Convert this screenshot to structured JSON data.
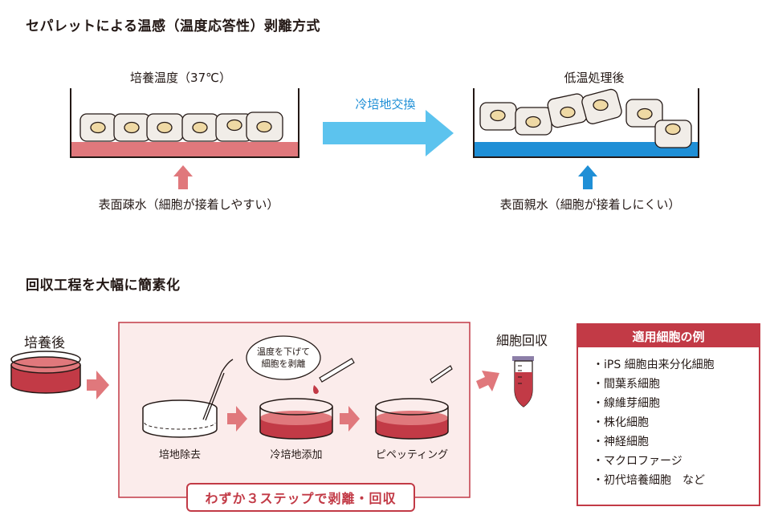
{
  "heading_top": "セパレットによる温感（温度応答性）剥離方式",
  "culture_temp_label": "培養温度（37℃）",
  "low_temp_label": "低温処理後",
  "medium_exchange_label": "冷培地交換",
  "hydrophobic_label": "表面疎水（細胞が接着しやすい）",
  "hydrophilic_label": "表面親水（細胞が接着しにくい）",
  "heading_bottom": "回収工程を大幅に簡素化",
  "after_culture_label": "培養後",
  "speech_bubble": "温度を下げて\n細胞を剥離",
  "steps": [
    "培地除去",
    "冷培地添加",
    "ピペッティング"
  ],
  "recovery_label": "細胞回収",
  "banner_text": "わずか３ステップで剥離・回収",
  "applicable_cells": {
    "title": "適用細胞の例",
    "items": [
      "iPS 細胞由来分化細胞",
      "間葉系細胞",
      "線維芽細胞",
      "株化細胞",
      "神経細胞",
      "マクロファージ",
      "初代培養細胞　など"
    ]
  },
  "colors": {
    "accent_red": "#c23a46",
    "hydrophobic_layer": "#e0787c",
    "hydrophilic_layer": "#1f8fd6",
    "exchange_arrow": "#5cc3ee",
    "panel_bg": "#fbeceb",
    "cell_fill": "#f1ede8",
    "nucleus_fill": "#efd9a4"
  },
  "icons": {
    "step_arrow": "right-arrow-icon",
    "up_arrow": "up-arrow-icon"
  }
}
